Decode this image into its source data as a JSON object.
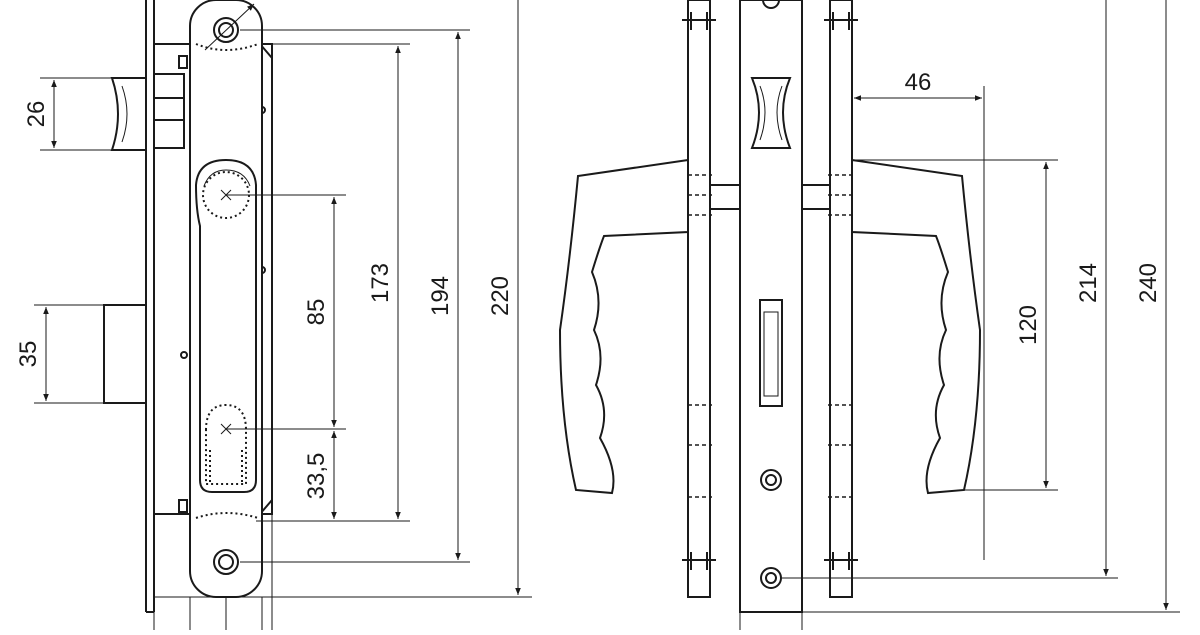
{
  "drawing": {
    "left_view": {
      "dim_26": "26",
      "dim_35": "35",
      "dim_85": "85",
      "dim_33_5": "33,5",
      "dim_173": "173",
      "dim_194": "194",
      "dim_220": "220"
    },
    "right_view": {
      "dim_46": "46",
      "dim_120": "120",
      "dim_214": "214",
      "dim_240": "240"
    }
  },
  "colors": {
    "line": "#1a1a1a",
    "background": "#ffffff"
  }
}
